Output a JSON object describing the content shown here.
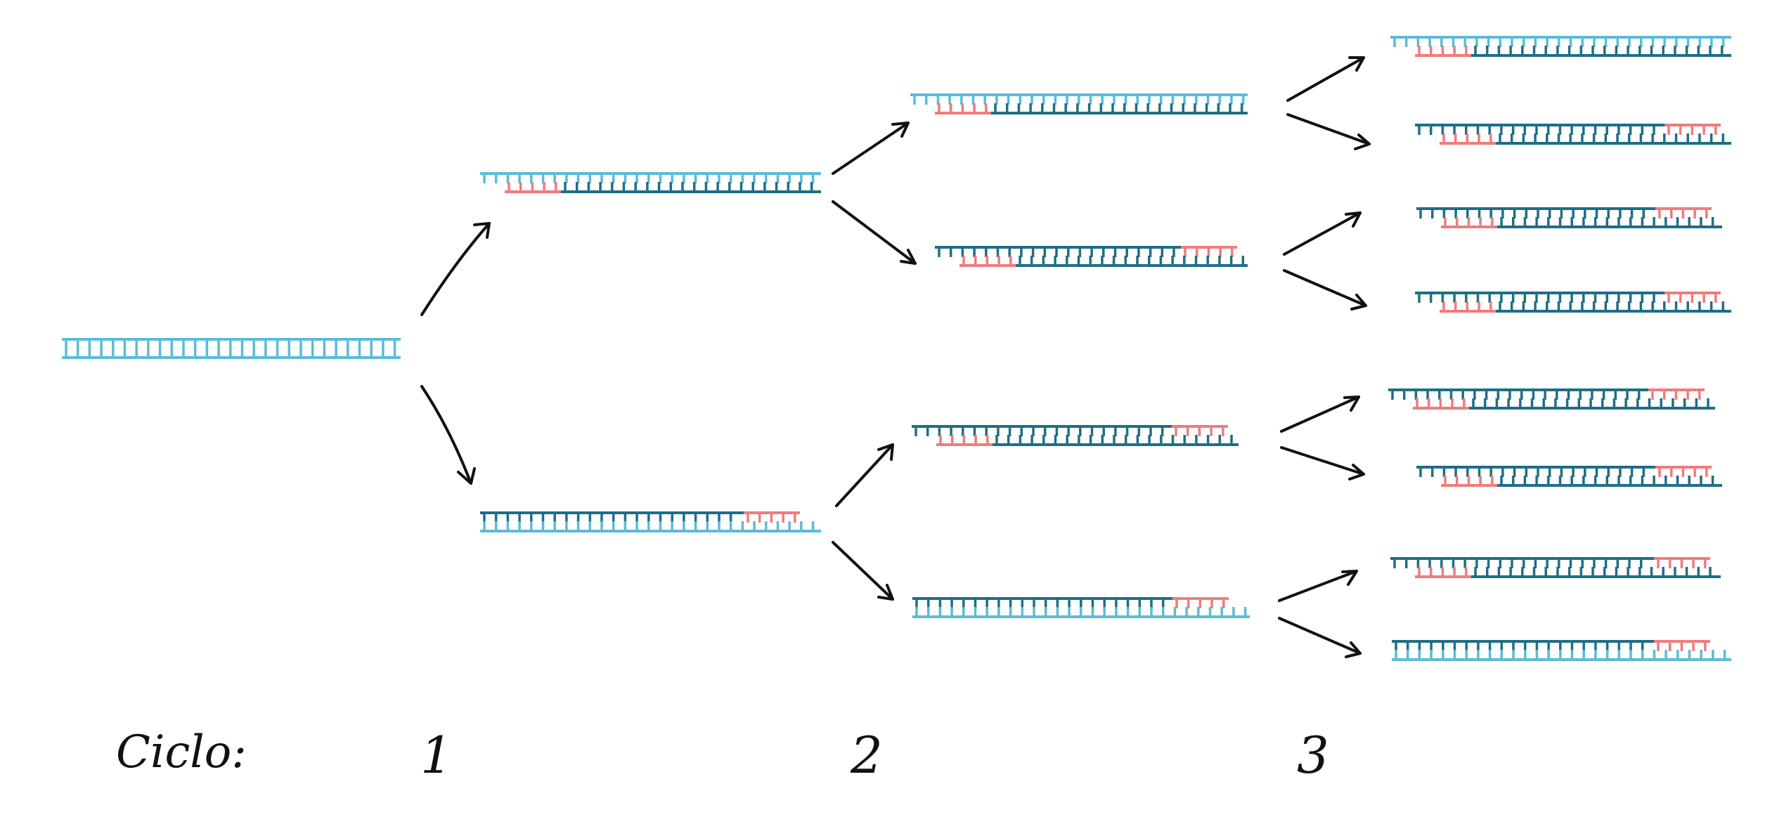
{
  "colors": {
    "light_strand": "#5BBCD6",
    "dark_strand": "#1F6E86",
    "primer": "#F07C7C",
    "arrow": "#111111",
    "text": "#111111"
  },
  "labels": {
    "cycle_prefix": "Ciclo:",
    "cycles": [
      "1",
      "2",
      "3"
    ]
  }
}
